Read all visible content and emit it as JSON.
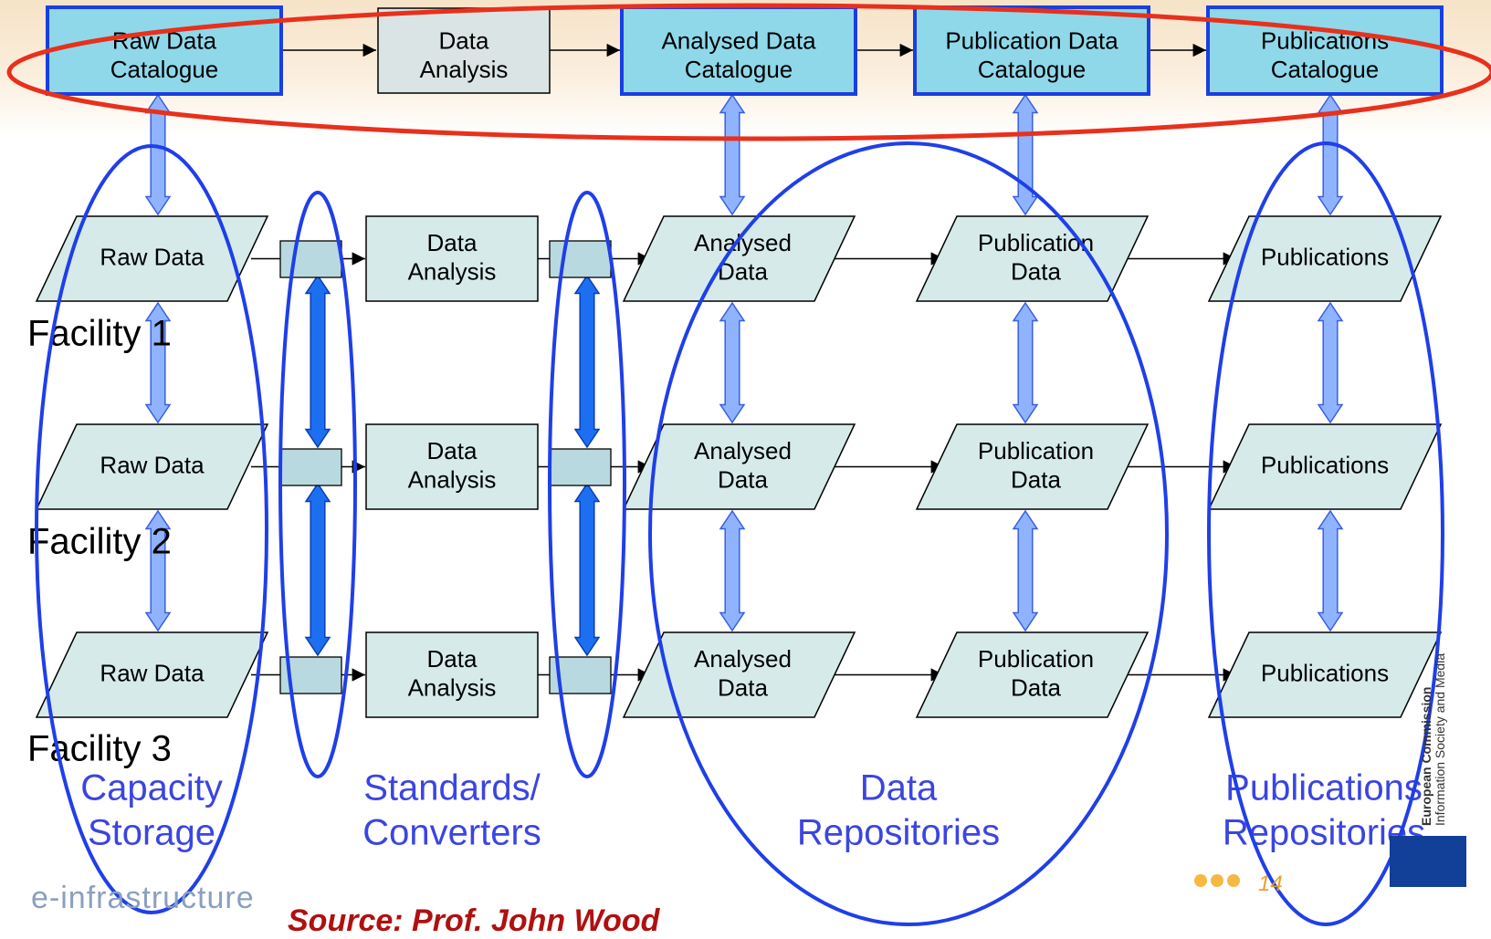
{
  "catalogues": [
    {
      "line1": "Raw Data",
      "line2": "Catalogue"
    },
    {
      "line1": "Data",
      "line2": "Analysis"
    },
    {
      "line1": "Analysed Data",
      "line2": "Catalogue"
    },
    {
      "line1": "Publication Data",
      "line2": "Catalogue"
    },
    {
      "line1": "Publications",
      "line2": "Catalogue"
    }
  ],
  "facilities": [
    {
      "label": "Facility 1"
    },
    {
      "label": "Facility 2"
    },
    {
      "label": "Facility 3"
    }
  ],
  "row_items": {
    "raw": "Raw Data",
    "analysis": {
      "line1": "Data",
      "line2": "Analysis"
    },
    "analysed": {
      "line1": "Analysed",
      "line2": "Data"
    },
    "publication": {
      "line1": "Publication",
      "line2": "Data"
    },
    "publications": "Publications"
  },
  "groups": [
    {
      "line1": "Capacity",
      "line2": "Storage"
    },
    {
      "line1": "Standards/",
      "line2": "Converters"
    },
    {
      "line1": "Data",
      "line2": "Repositories"
    },
    {
      "line1": "Publications",
      "line2": "Repositories"
    }
  ],
  "footer": {
    "source": "Source: Prof. John Wood",
    "logo_text": "e-infrastructure",
    "page_number": "14",
    "ec_line1": "European Commission",
    "ec_line2": "Information Society and Media"
  },
  "colors": {
    "catalogue_fill": "#8fd8ea",
    "catalogue_border": "#1a3ee0",
    "shape_fill": "#d6eaea",
    "blue_outline": "#1f3fe8",
    "red_outline": "#e8301c",
    "group_text": "#3b45e0",
    "arrow_light": "#8fb3ff",
    "arrow_strong": "#1c6ff0"
  }
}
